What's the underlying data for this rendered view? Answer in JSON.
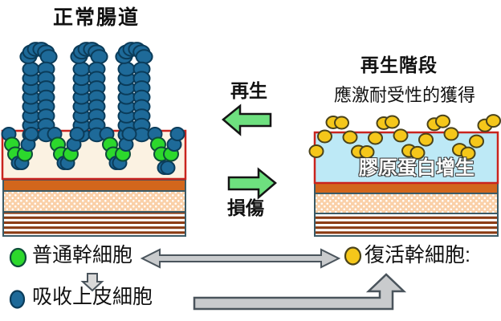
{
  "left_panel": {
    "title": "正常腸道"
  },
  "middle": {
    "regen_label": "再生",
    "injury_label": "損傷"
  },
  "right_panel": {
    "title": "再生階段",
    "subtitle": "應激耐受性的獲得",
    "collagen_label": "膠原蛋白增生"
  },
  "legend": {
    "normal_stem": "普通幹細胞",
    "absorptive_epithelial": "吸收上皮細胞",
    "revival_stem": "復活幹細胞:"
  },
  "colors": {
    "background": "#ffffff",
    "cell_blue": "#1e6a99",
    "cell_blue_outline": "#0b3c5a",
    "cell_green": "#2cd82c",
    "cell_green_outline": "#0e4d3a",
    "cell_yellow": "#f5c71a",
    "cell_yellow_outline": "#4a431a",
    "box_border_red": "#c9241e",
    "crypt_bg_cream": "#fbf2e2",
    "collagen_bg_blue": "#bde9f6",
    "band_orange": "#d2661c",
    "band_outline": "#3a5a66",
    "band_dot_bg": "#fad0a8",
    "band_dot": "#ffffff",
    "stripe_brown": "#8a3a12",
    "stripe_bg": "#ffffff",
    "arrow_green": "#6ee07f",
    "arrow_green_outline": "#151515",
    "arrow_gray": "#c9cbcd",
    "arrow_gray_small": "#d9d9d9",
    "arrow_gray_outline": "#4a545c",
    "text": "#111111"
  }
}
